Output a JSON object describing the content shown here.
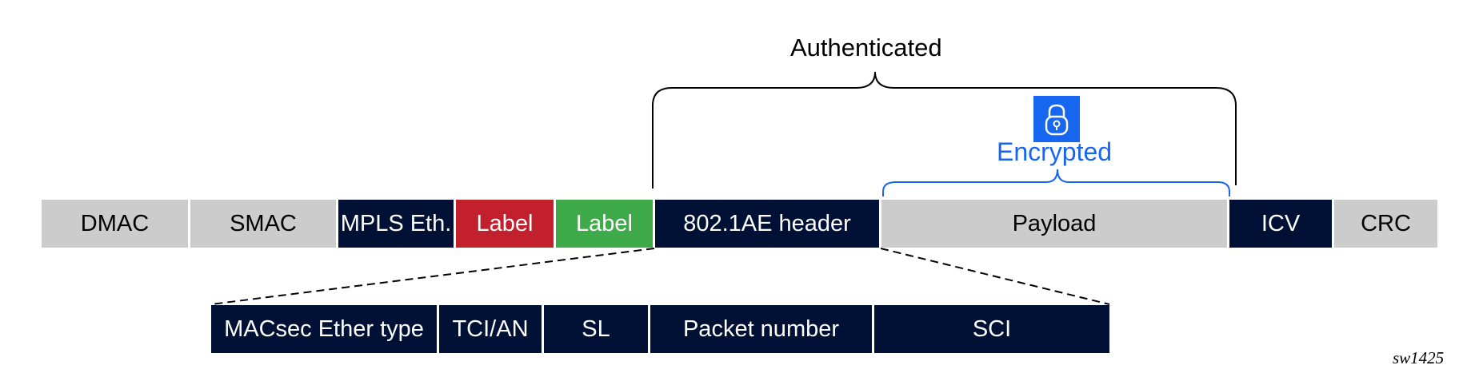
{
  "frame_fields": [
    {
      "id": "dmac",
      "label": "DMAC"
    },
    {
      "id": "smac",
      "label": "SMAC"
    },
    {
      "id": "mpls-eth",
      "label": "MPLS Eth."
    },
    {
      "id": "label-1",
      "label": "Label"
    },
    {
      "id": "label-2",
      "label": "Label"
    },
    {
      "id": "header-8021ae",
      "label": "802.1AE header"
    },
    {
      "id": "payload",
      "label": "Payload"
    },
    {
      "id": "icv",
      "label": "ICV"
    },
    {
      "id": "crc",
      "label": "CRC"
    }
  ],
  "header_fields": [
    {
      "id": "macsec-ether-type",
      "label": "MACsec Ether type"
    },
    {
      "id": "tci-an",
      "label": "TCI/AN"
    },
    {
      "id": "sl",
      "label": "SL"
    },
    {
      "id": "packet-number",
      "label": "Packet number"
    },
    {
      "id": "sci",
      "label": "SCI"
    }
  ],
  "annotations": {
    "authenticated": "Authenticated",
    "encrypted": "Encrypted",
    "figure_id": "sw1425"
  },
  "icons": {
    "lock": "lock-icon"
  },
  "colors": {
    "grey": "#cccccc",
    "navy": "#001135",
    "red": "#c3202d",
    "green": "#3faa4a",
    "encrypted_blue": "#1766f0"
  }
}
